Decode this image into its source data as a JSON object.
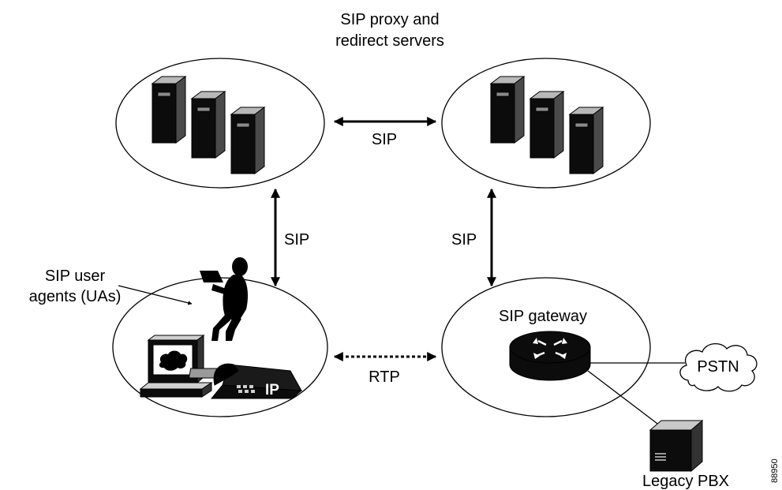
{
  "labels": {
    "servers_title_line1": "SIP proxy and",
    "servers_title_line2": "redirect servers",
    "link_top": "SIP",
    "link_left": "SIP",
    "link_right": "SIP",
    "link_bottom": "RTP",
    "ua_line1": "SIP user",
    "ua_line2": "agents (UAs)",
    "gateway": "SIP gateway",
    "pstn": "PSTN",
    "pbx": "Legacy PBX",
    "phone_badge": "IP",
    "figure_number": "88950"
  },
  "icons": {
    "left_servers": "server-tower-icon",
    "right_servers": "server-tower-icon",
    "user": "person-with-laptop-icon",
    "computer": "desktop-computer-icon",
    "phone": "ip-phone-icon",
    "router": "router-icon",
    "cloud": "cloud-icon",
    "pbx": "pbx-icon"
  },
  "colors": {
    "stroke": "#000000",
    "background": "#ffffff"
  }
}
